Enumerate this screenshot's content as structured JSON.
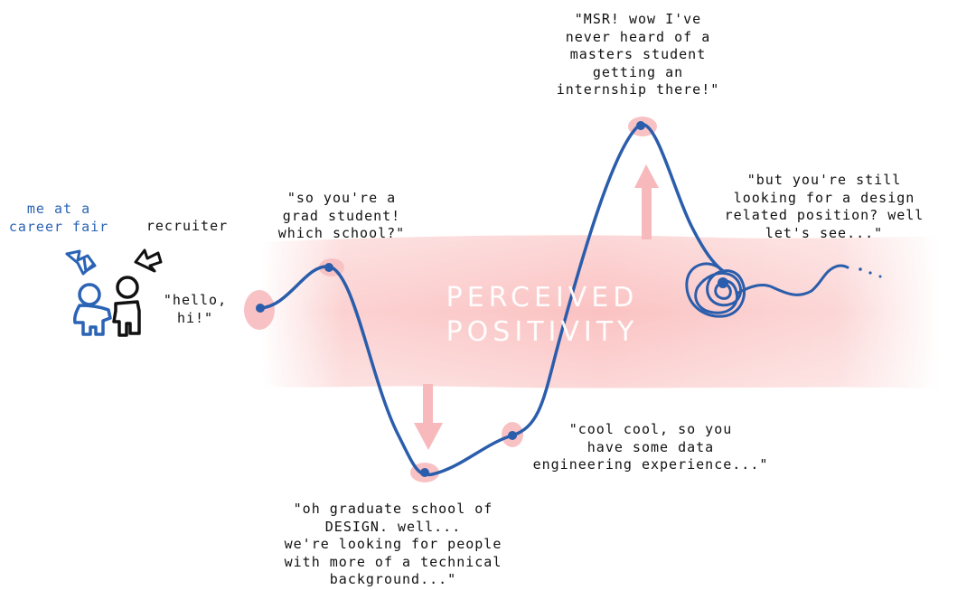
{
  "band_label": "PERCEIVED\nPOSITIVITY",
  "labels": {
    "me": "me at a\ncareer fair",
    "recruiter": "recruiter",
    "hello": "\"hello,\nhi!\"",
    "grad": "\"so you're a\ngrad student!\nwhich school?\"",
    "design": "\"oh graduate school of\nDESIGN. well...\nwe're looking for people\nwith more of a technical\nbackground...\"",
    "data": "\"cool cool, so you\nhave some data\nengineering experience...\"",
    "msr": "\"MSR! wow I've\nnever heard of a\nmasters student\ngetting an\ninternship there!\"",
    "still": "\"but you're still\nlooking for a design\nrelated position? well\nlet's see...\""
  },
  "colors": {
    "curve": "#2a5dab",
    "band": "#fbc9c9",
    "highlight": "#f8c2c4",
    "accent_blue": "#2b63b5",
    "ink": "#111111"
  },
  "icons": [
    "person-blue-icon",
    "person-black-icon",
    "arrow-down-right-icon",
    "arrow-up-left-icon",
    "up-arrow-icon",
    "down-arrow-icon",
    "scribble-icon"
  ]
}
